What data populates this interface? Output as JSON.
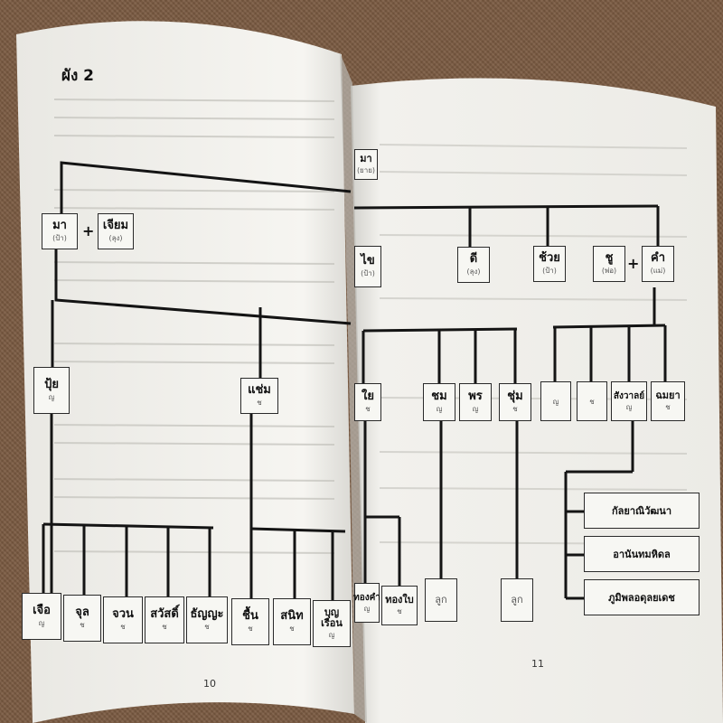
{
  "heading": "ผัง 2",
  "page_numbers": {
    "left": "10",
    "right": "11"
  },
  "plus_sign": "+",
  "left_people": [
    {
      "id": "ma",
      "name": "มา",
      "role": "(ป้า)"
    },
    {
      "id": "chiam",
      "name": "เจียม",
      "role": "(ลุง)"
    },
    {
      "id": "pui",
      "name": "ปุ้ย",
      "role": "ญ"
    },
    {
      "id": "saem",
      "name": "แช่ม",
      "role": "ช"
    },
    {
      "id": "chuea",
      "name": "เจือ",
      "role": "ญ"
    },
    {
      "id": "chun",
      "name": "จุล",
      "role": "ช"
    },
    {
      "id": "chuan",
      "name": "จวน",
      "role": "ช"
    },
    {
      "id": "sawat",
      "name": "สวัสดิ์",
      "role": "ช"
    },
    {
      "id": "thanyu",
      "name": "ธัญญะ",
      "role": "ช"
    },
    {
      "id": "chuen",
      "name": "ชื้น",
      "role": "ช"
    },
    {
      "id": "sanit",
      "name": "สนิท",
      "role": "ช"
    },
    {
      "id": "bunchuean",
      "name": "บุญเรือน",
      "role": "ญ"
    }
  ],
  "right_people": [
    {
      "id": "ma2",
      "name": "มา",
      "role": "(ยาย)"
    },
    {
      "id": "khai",
      "name": "ไข",
      "role": "(ป้า)"
    },
    {
      "id": "di",
      "name": "ดี",
      "role": "(ลุง)"
    },
    {
      "id": "chuai",
      "name": "ช้วย",
      "role": "(ป้า)"
    },
    {
      "id": "chu",
      "name": "ชู",
      "role": "(พ่อ)"
    },
    {
      "id": "kham",
      "name": "คำ",
      "role": "(แม่)"
    },
    {
      "id": "yai",
      "name": "ใย",
      "role": "ช"
    },
    {
      "id": "chom",
      "name": "ชม",
      "role": "ญ"
    },
    {
      "id": "phon",
      "name": "พร",
      "role": "ญ"
    },
    {
      "id": "chum",
      "name": "ชุ่ม",
      "role": "ช"
    },
    {
      "id": "c1",
      "name": "",
      "role": "ญ"
    },
    {
      "id": "c2",
      "name": "",
      "role": "ช"
    },
    {
      "id": "sangwan",
      "name": "สังวาลย์",
      "role": "ญ"
    },
    {
      "id": "chamaya",
      "name": "ฉมยา",
      "role": "ช"
    },
    {
      "id": "thongkham",
      "name": "ทองคำ",
      "role": "ญ"
    },
    {
      "id": "thongbai",
      "name": "ทองใบ",
      "role": "ช"
    },
    {
      "id": "luk1",
      "name": "ลูก",
      "role": ""
    },
    {
      "id": "luk2",
      "name": "ลูก",
      "role": ""
    }
  ],
  "right_children_list": [
    {
      "id": "kanlaya",
      "name": "กัลยาณิวัฒนา"
    },
    {
      "id": "ananda",
      "name": "อานันทมหิดล"
    },
    {
      "id": "bhumibol",
      "name": "ภูมิพลอดุลยเดช"
    }
  ],
  "colors": {
    "paper": "#f4f3ef",
    "line": "#141414",
    "cloth": "#7a5a41"
  }
}
